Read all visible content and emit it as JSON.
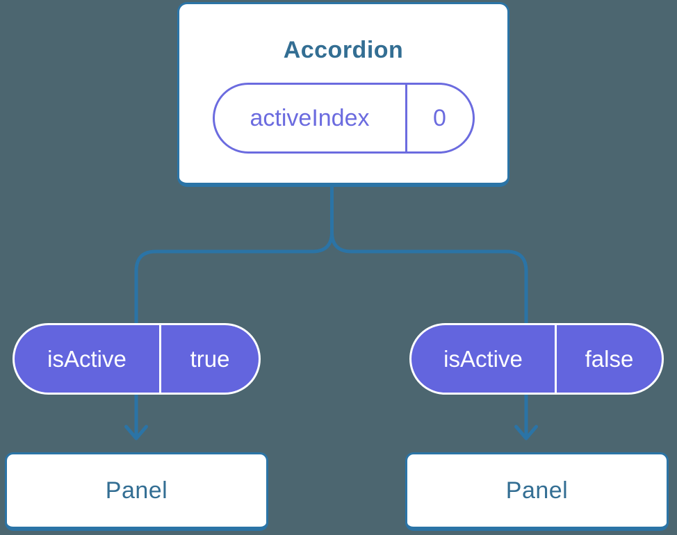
{
  "diagram": {
    "root": {
      "title": "Accordion",
      "state": {
        "name": "activeIndex",
        "value": "0"
      }
    },
    "children": [
      {
        "prop_name": "isActive",
        "prop_value": "true",
        "label": "Panel"
      },
      {
        "prop_name": "isActive",
        "prop_value": "false",
        "label": "Panel"
      }
    ]
  },
  "colors": {
    "background": "#4C6670",
    "line_blue": "#2B74A6",
    "heading_blue": "#336E93",
    "purple_fill": "#6365DE",
    "purple_outline": "#6B6BDF",
    "card_white": "#FFFFFF"
  }
}
